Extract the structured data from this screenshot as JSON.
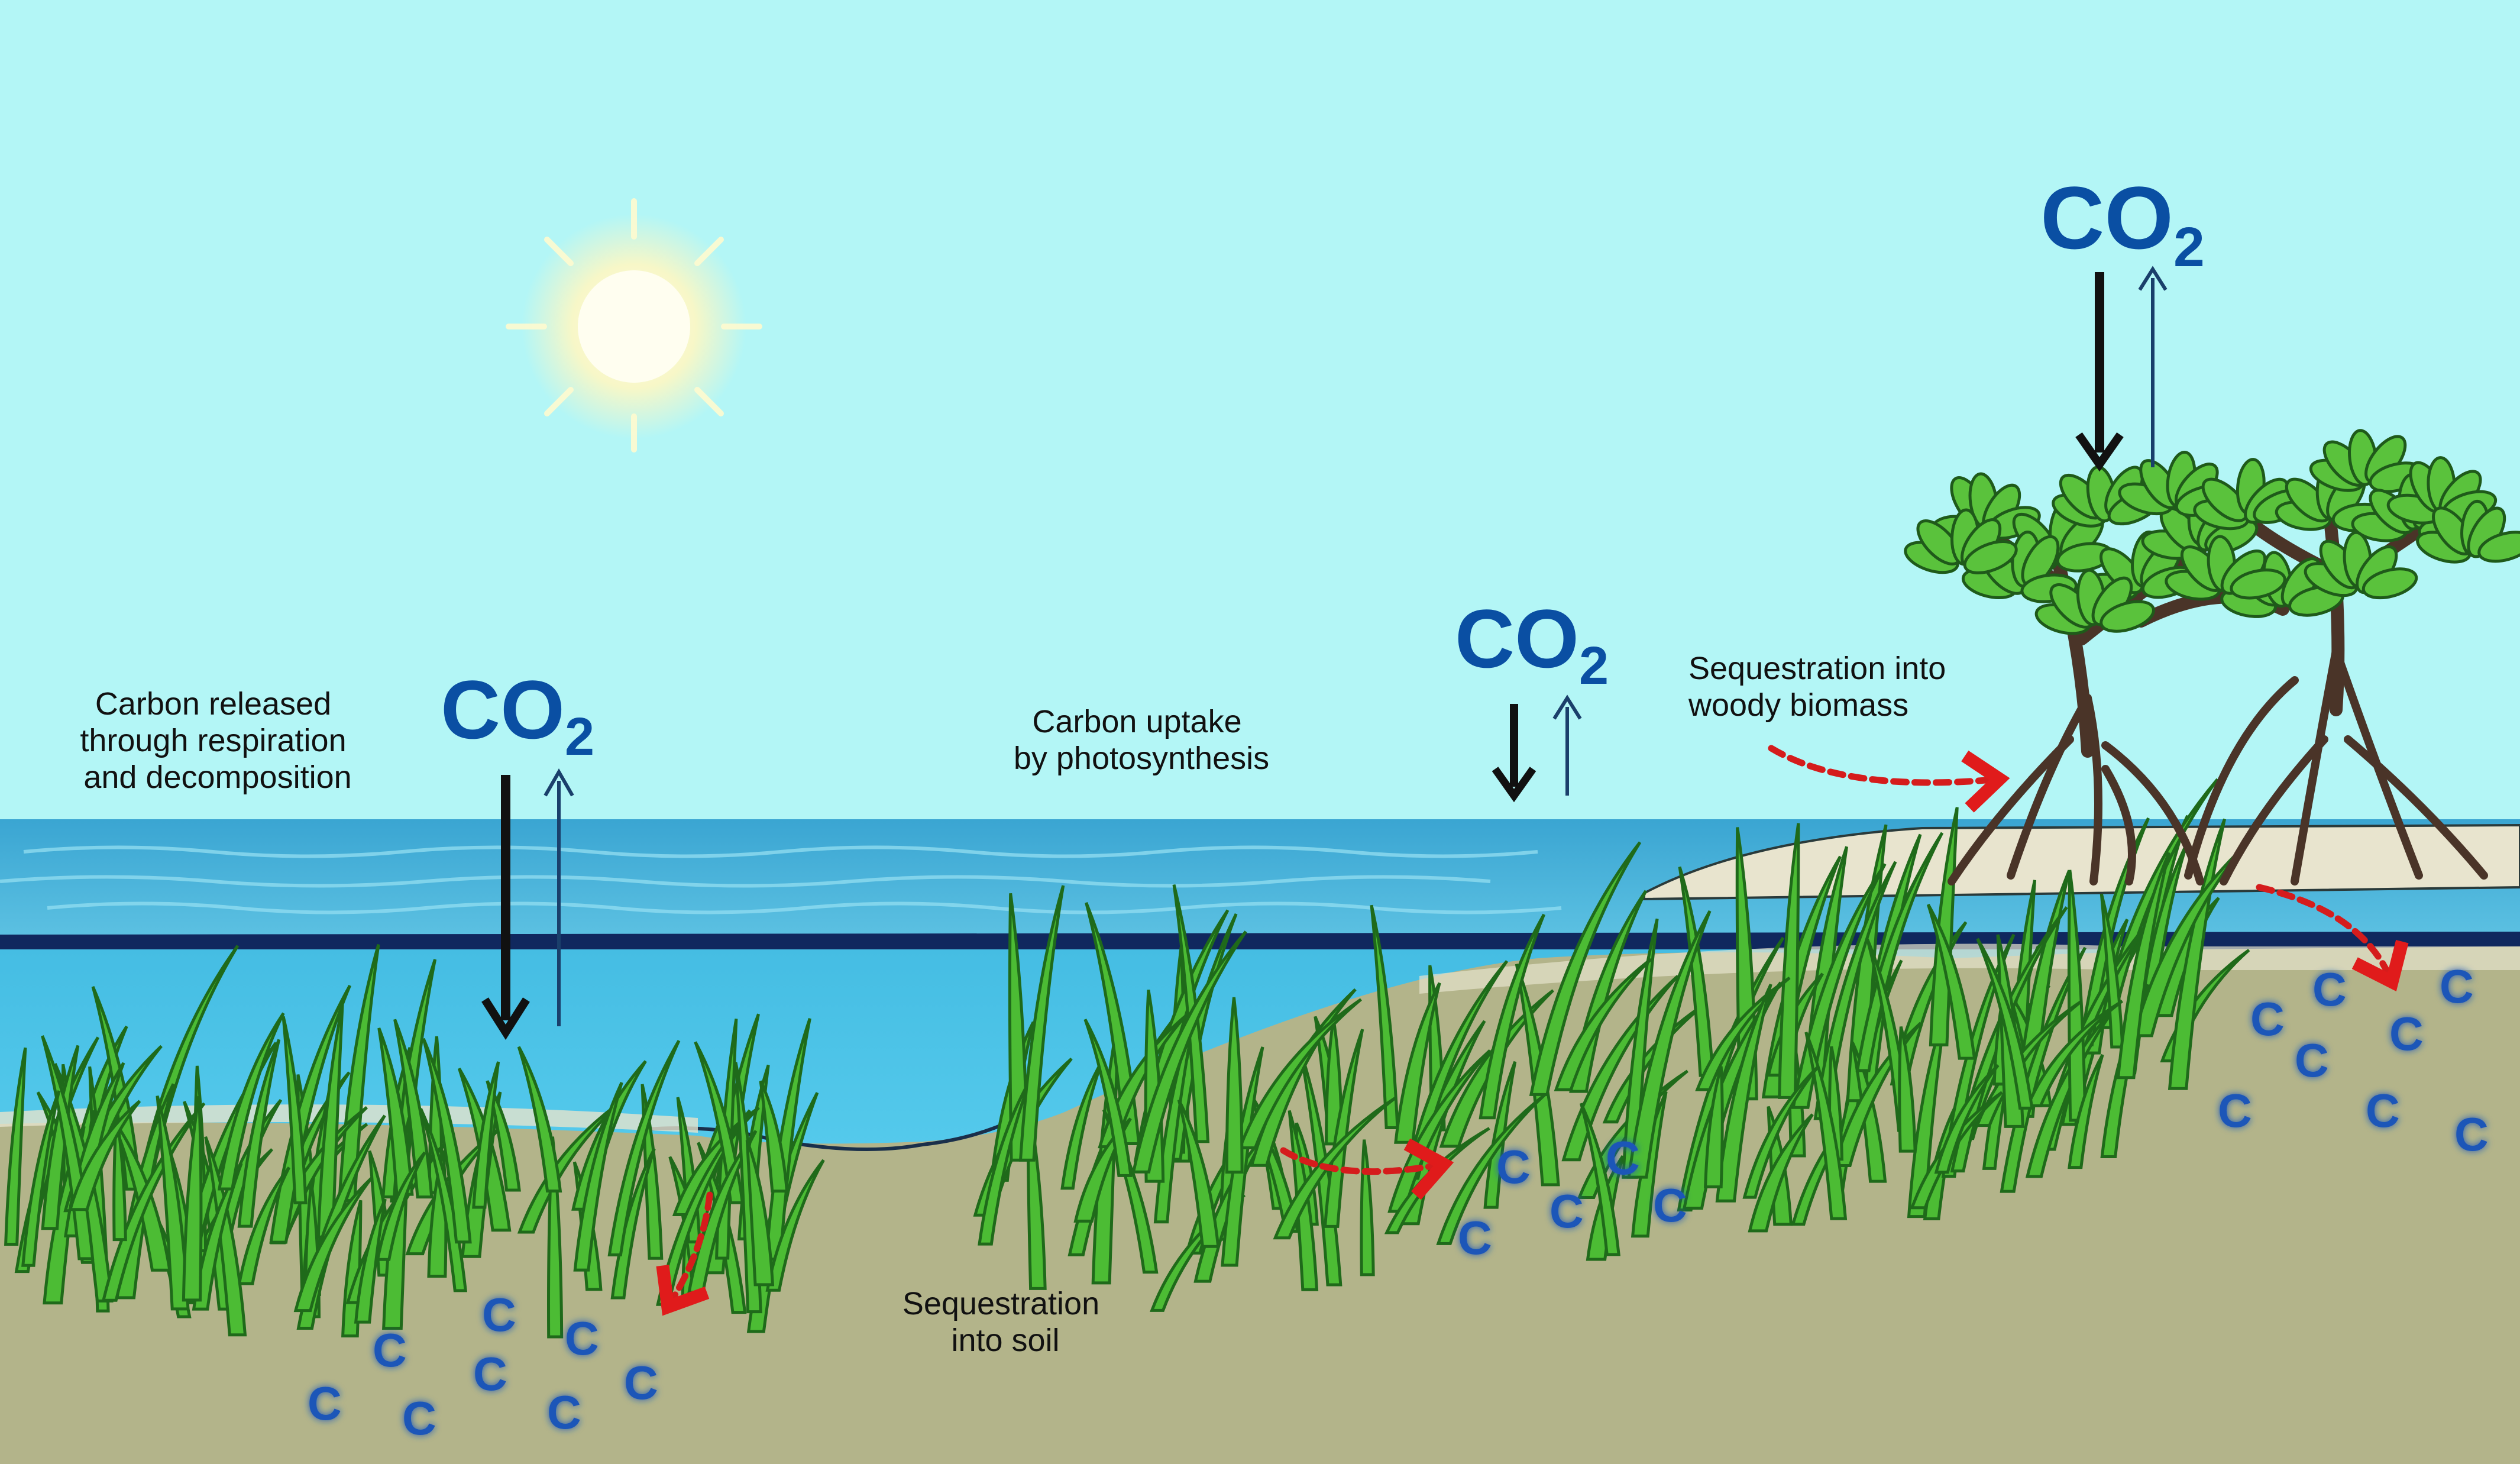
{
  "labels": {
    "released_line1": "Carbon released",
    "released_line2": "through respiration",
    "released_line3": "and decomposition",
    "uptake_line1": "Carbon uptake",
    "uptake_line2": "by photosynthesis",
    "woody_line1": "Sequestration into",
    "woody_line2": "woody biomass",
    "soil_line1": "Sequestration",
    "soil_line2": "into soil"
  },
  "co2": {
    "main": "CO",
    "sub": "2"
  },
  "carbon_symbol": "C",
  "colors": {
    "sky": "#b3f6f6",
    "sea": "#48b2d6",
    "water_underwater": "#4cc4e4",
    "sediment": "#b3b48a",
    "seagrass": "#3fae2f",
    "mangrove_leaf": "#59c23b",
    "mangrove_trunk": "#5a4034",
    "co2_text": "#0a4fa3",
    "carbon_text": "#1e56b8",
    "transfer_arrow": "#e01b1b"
  }
}
